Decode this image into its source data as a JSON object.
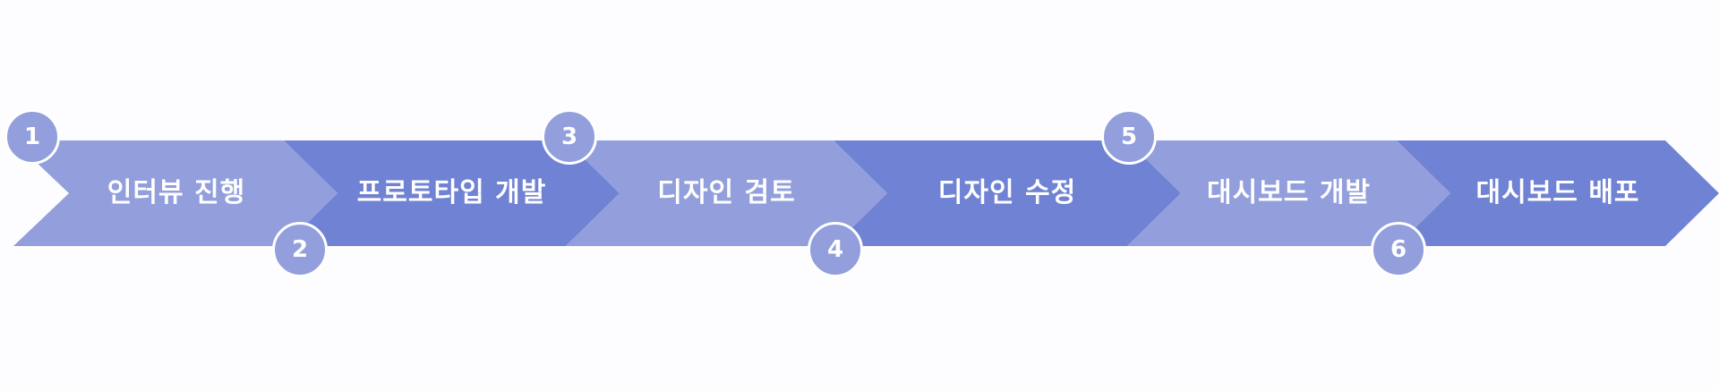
{
  "colors": {
    "light_chevron": "#929fdc",
    "dark_chevron": "#7082d3",
    "badge_fill": "#929fdc",
    "badge_border": "#ffffff",
    "text": "#ffffff",
    "background": "#fdfcfe"
  },
  "steps": [
    {
      "number": "1",
      "label": "인터뷰 진행",
      "tone": "light"
    },
    {
      "number": "2",
      "label": "프로토타입 개발",
      "tone": "dark"
    },
    {
      "number": "3",
      "label": "디자인 검토",
      "tone": "light"
    },
    {
      "number": "4",
      "label": "디자인 수정",
      "tone": "dark"
    },
    {
      "number": "5",
      "label": "대시보드 개발",
      "tone": "light"
    },
    {
      "number": "6",
      "label": "대시보드 배포",
      "tone": "dark"
    }
  ]
}
